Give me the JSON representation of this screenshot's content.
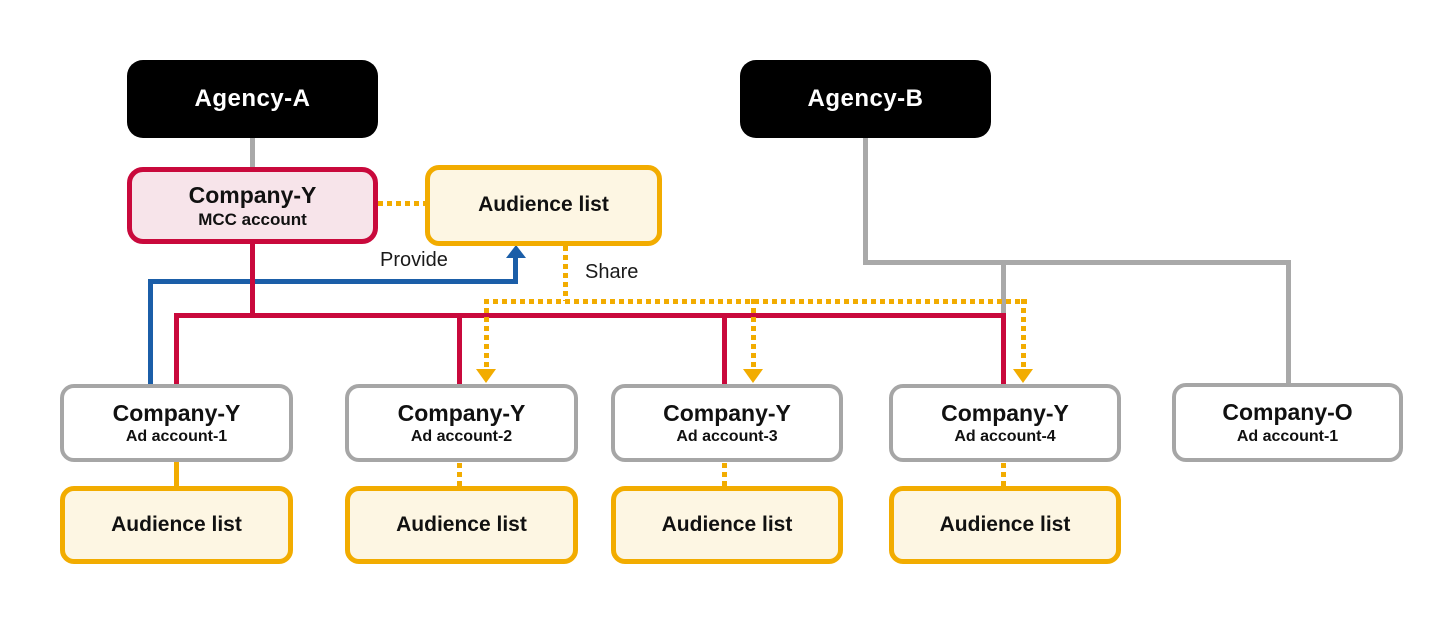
{
  "diagram": {
    "agencies": [
      {
        "label": "Agency-A"
      },
      {
        "label": "Agency-B"
      }
    ],
    "mcc": {
      "line1": "Company-Y",
      "line2": "MCC account"
    },
    "master_audience": {
      "label": "Audience list"
    },
    "edge_labels": {
      "provide": "Provide",
      "share": "Share"
    },
    "ad_accounts": [
      {
        "line1": "Company-Y",
        "line2": "Ad account-1"
      },
      {
        "line1": "Company-Y",
        "line2": "Ad account-2"
      },
      {
        "line1": "Company-Y",
        "line2": "Ad account-3"
      },
      {
        "line1": "Company-Y",
        "line2": "Ad account-4"
      },
      {
        "line1": "Company-O",
        "line2": "Ad account-1"
      }
    ],
    "audience_lists": [
      {
        "label": "Audience list"
      },
      {
        "label": "Audience list"
      },
      {
        "label": "Audience list"
      },
      {
        "label": "Audience list"
      }
    ]
  },
  "colors": {
    "red": "#C9093C",
    "yellow": "#F2AC00",
    "blue": "#1B5EA8",
    "gray_line": "#A9A9A9",
    "gray_border": "#A6A6A6",
    "pink": "#F7E4EA",
    "cream": "#FDF6E3",
    "black": "#000000"
  }
}
